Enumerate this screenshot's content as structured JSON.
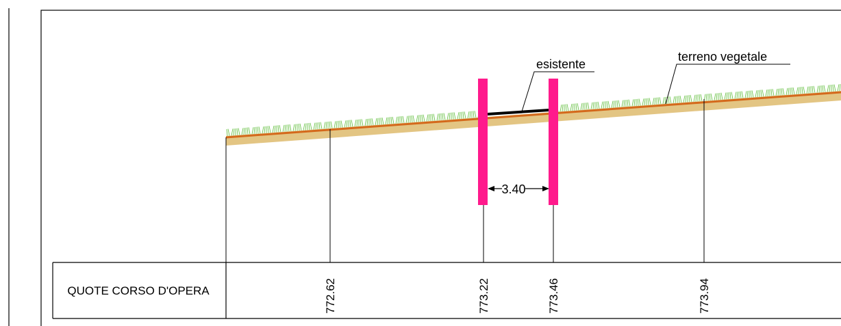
{
  "labels": {
    "existing": "esistente",
    "topsoil": "terreno vegetale",
    "width": "3.40",
    "row_header": "QUOTE CORSO D'OPERA"
  },
  "elevations": [
    "772.62",
    "773.22",
    "773.46",
    "773.94"
  ],
  "colors": {
    "ground_fill": "#e3c583",
    "topsoil_line": "#d4691c",
    "grass": "#6cc24a",
    "post": "#ff1a8c",
    "existing_road": "#000000",
    "frame": "#000000"
  }
}
